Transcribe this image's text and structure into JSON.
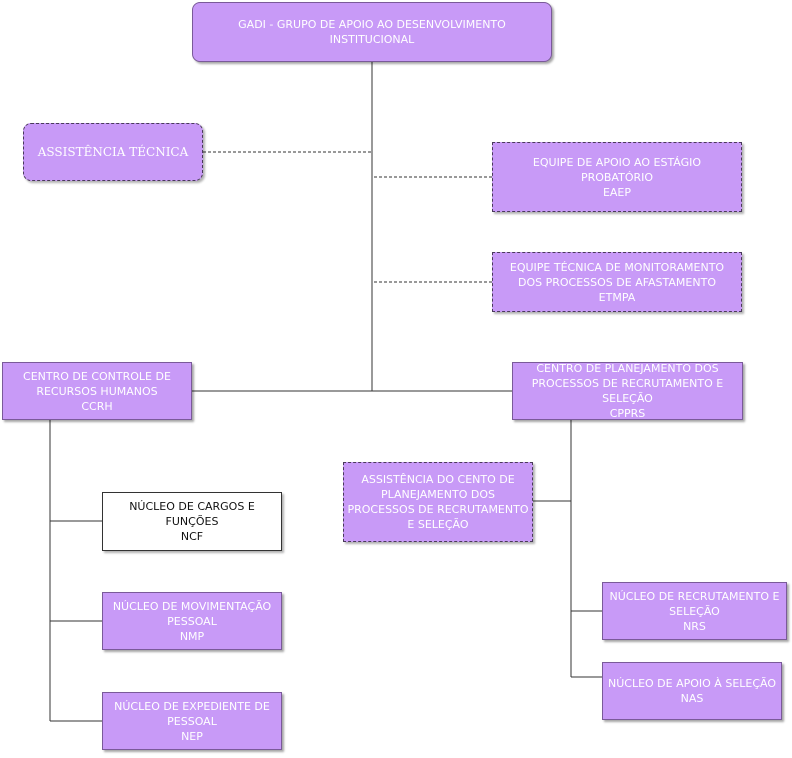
{
  "nodes": {
    "gadi": {
      "lines": [
        "GADI - GRUPO DE APOIO AO DESENVOLVIMENTO",
        "INSTITUCIONAL"
      ]
    },
    "assistencia_tecnica": {
      "lines": [
        "ASSISTÊNCIA TÉCNICA"
      ]
    },
    "eaep": {
      "lines": [
        "EQUIPE DE APOIO AO ESTÁGIO",
        "PROBATÓRIO",
        "EAEP"
      ]
    },
    "etmpa": {
      "lines": [
        "EQUIPE TÉCNICA DE MONITORAMENTO",
        "DOS PROCESSOS DE AFASTAMENTO",
        "ETMPA"
      ]
    },
    "ccrh": {
      "lines": [
        "CENTRO DE CONTROLE DE",
        "RECURSOS HUMANOS",
        "CCRH"
      ]
    },
    "cpprs": {
      "lines": [
        "CENTRO DE PLANEJAMENTO DOS",
        "PROCESSOS DE RECRUTAMENTO E",
        "SELEÇÃO",
        "CPPRS"
      ]
    },
    "assistencia_centro": {
      "lines": [
        "ASSISTÊNCIA DO CENTO DE",
        "PLANEJAMENTO DOS",
        "PROCESSOS DE RECRUTAMENTO",
        "E SELEÇÃO"
      ]
    },
    "ncf": {
      "lines": [
        "NÚCLEO DE CARGOS E",
        "FUNÇÕES",
        "NCF"
      ]
    },
    "nmp": {
      "lines": [
        "NÚCLEO DE MOVIMENTAÇÃO",
        "PESSOAL",
        "NMP"
      ]
    },
    "nep": {
      "lines": [
        "NÚCLEO DE EXPEDIENTE DE",
        "PESSOAL",
        "NEP"
      ]
    },
    "nrs": {
      "lines": [
        "NÚCLEO DE RECRUTAMENTO E",
        "SELEÇÃO",
        "NRS"
      ]
    },
    "nas": {
      "lines": [
        "NÚCLEO DE APOIO À SELEÇÃO",
        "NAS"
      ]
    }
  },
  "colors": {
    "node_fill": "#c89af7",
    "node_text": "#ffffff",
    "line": "#333333"
  }
}
